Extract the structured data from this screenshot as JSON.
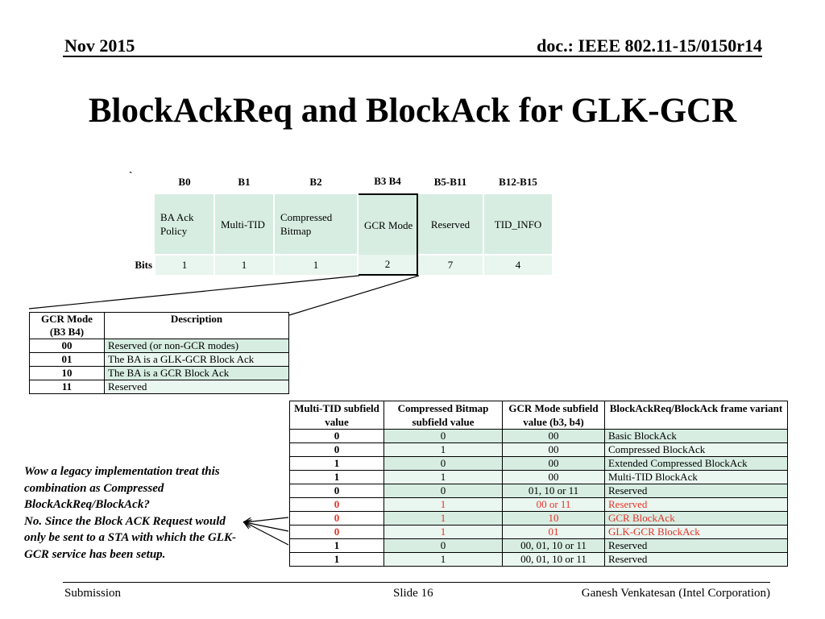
{
  "header": {
    "date": "Nov 2015",
    "doc": "doc.: IEEE 802.11-15/0150r14"
  },
  "title": "BlockAckReq and BlockAck for GLK-GCR",
  "bitfield": {
    "tick": "`",
    "headers": [
      "B0",
      "B1",
      "B2",
      "B3 B4",
      "B5-B11",
      "B12-B15"
    ],
    "fields": [
      "BA Ack Policy",
      "Multi-TID",
      "Compressed Bitmap",
      "GCR Mode",
      "Reserved",
      "TID_INFO"
    ],
    "bits_label": "Bits",
    "bits": [
      "1",
      "1",
      "1",
      "2",
      "7",
      "4"
    ]
  },
  "gcr_table": {
    "col1": "GCR Mode (B3 B4)",
    "col2": "Description",
    "rows": [
      {
        "mode": "00",
        "desc": "Reserved (or non-GCR modes)"
      },
      {
        "mode": "01",
        "desc": "The BA is a GLK-GCR Block Ack"
      },
      {
        "mode": "10",
        "desc": "The BA is a GCR Block Ack"
      },
      {
        "mode": "11",
        "desc": "Reserved"
      }
    ]
  },
  "variant_table": {
    "headers": [
      "Multi-TID subfield value",
      "Compressed Bitmap subfield value",
      "GCR Mode subfield value (b3, b4)",
      "BlockAckReq/BlockAck frame variant"
    ],
    "rows": [
      {
        "mtid": "0",
        "cb": "0",
        "gcr": "00",
        "variant": "Basic BlockAck",
        "red": false
      },
      {
        "mtid": "0",
        "cb": "1",
        "gcr": "00",
        "variant": "Compressed BlockAck",
        "red": false
      },
      {
        "mtid": "1",
        "cb": "0",
        "gcr": "00",
        "variant": "Extended Compressed BlockAck",
        "red": false
      },
      {
        "mtid": "1",
        "cb": "1",
        "gcr": "00",
        "variant": "Multi-TID BlockAck",
        "red": false
      },
      {
        "mtid": "0",
        "cb": "0",
        "gcr": "01, 10 or 11",
        "variant": "Reserved",
        "red": false
      },
      {
        "mtid": "0",
        "cb": "1",
        "gcr": "00 or 11",
        "variant": "Reserved",
        "red": true
      },
      {
        "mtid": "0",
        "cb": "1",
        "gcr": "10",
        "variant": "GCR BlockAck",
        "red": true
      },
      {
        "mtid": "0",
        "cb": "1",
        "gcr": "01",
        "variant": "GLK-GCR BlockAck",
        "red": true
      },
      {
        "mtid": "1",
        "cb": "0",
        "gcr": "00, 01, 10 or 11",
        "variant": "Reserved",
        "red": false
      },
      {
        "mtid": "1",
        "cb": "1",
        "gcr": "00, 01, 10 or 11",
        "variant": "Reserved",
        "red": false
      }
    ]
  },
  "note": {
    "question": "Wow a legacy implementation treat this combination as Compressed BlockAckReq/BlockAck?",
    "answer": "No. Since the Block ACK Request would only be sent to a STA with which the GLK-GCR service has been setup."
  },
  "footer": {
    "left": "Submission",
    "center": "Slide 16",
    "right": "Ganesh Venkatesan (Intel Corporation)"
  },
  "colors": {
    "cell_green": "#d7ede2",
    "cell_light": "#eaf6f0",
    "highlight_red": "#e53228"
  }
}
